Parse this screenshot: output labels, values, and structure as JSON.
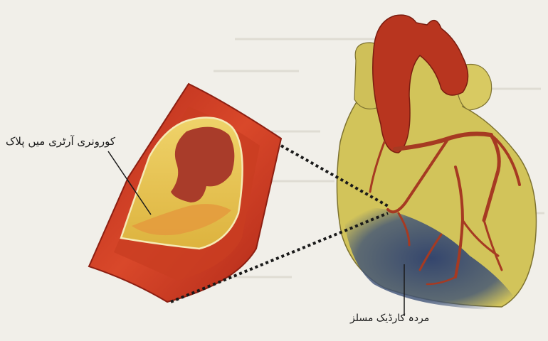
{
  "labels": {
    "plaque": "کورونری آرٹری میں پلاک",
    "dead_muscle": "مردہ کارڈیک مسلز"
  },
  "colors": {
    "background": "#f1efe9",
    "artery_wall": "#c7331f",
    "artery_lumen": "#e7c64f",
    "plaque": "#a93c2a",
    "heart_body": "#d2c45a",
    "aorta": "#b8351f",
    "vessels": "#a63a22",
    "ischemic_zone": "#3b4f7a"
  },
  "icons": [
    "artery-cross-section",
    "heart-illustration",
    "zoom-connector-lines"
  ]
}
